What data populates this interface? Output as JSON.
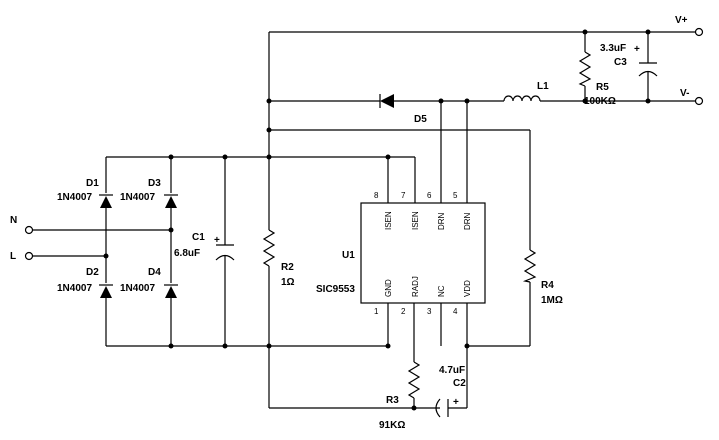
{
  "terminals": {
    "vplus": "V+",
    "vminus": "V-",
    "n": "N",
    "l": "L"
  },
  "components": {
    "d1": {
      "ref": "D1",
      "part": "1N4007"
    },
    "d2": {
      "ref": "D2",
      "part": "1N4007"
    },
    "d3": {
      "ref": "D3",
      "part": "1N4007"
    },
    "d4": {
      "ref": "D4",
      "part": "1N4007"
    },
    "d5": {
      "ref": "D5"
    },
    "c1": {
      "ref": "C1",
      "value": "6.8uF"
    },
    "c2": {
      "ref": "C2",
      "value": "4.7uF"
    },
    "c3": {
      "ref": "C3",
      "value": "3.3uF"
    },
    "r2": {
      "ref": "R2",
      "value": "1Ω"
    },
    "r3": {
      "ref": "R3",
      "value": "91KΩ"
    },
    "r4": {
      "ref": "R4",
      "value": "1MΩ"
    },
    "r5": {
      "ref": "R5",
      "value": "100KΩ"
    },
    "l1": {
      "ref": "L1"
    },
    "u1": {
      "ref": "U1",
      "part": "SIC9553"
    }
  },
  "ic_pins": {
    "top": [
      {
        "num": "8",
        "name": "ISEN"
      },
      {
        "num": "7",
        "name": "ISEN"
      },
      {
        "num": "6",
        "name": "DRN"
      },
      {
        "num": "5",
        "name": "DRN"
      }
    ],
    "bottom": [
      {
        "num": "1",
        "name": "GND"
      },
      {
        "num": "2",
        "name": "RADJ"
      },
      {
        "num": "3",
        "name": "NC"
      },
      {
        "num": "4",
        "name": "VDD"
      }
    ]
  },
  "polarity": {
    "plus": "+"
  }
}
